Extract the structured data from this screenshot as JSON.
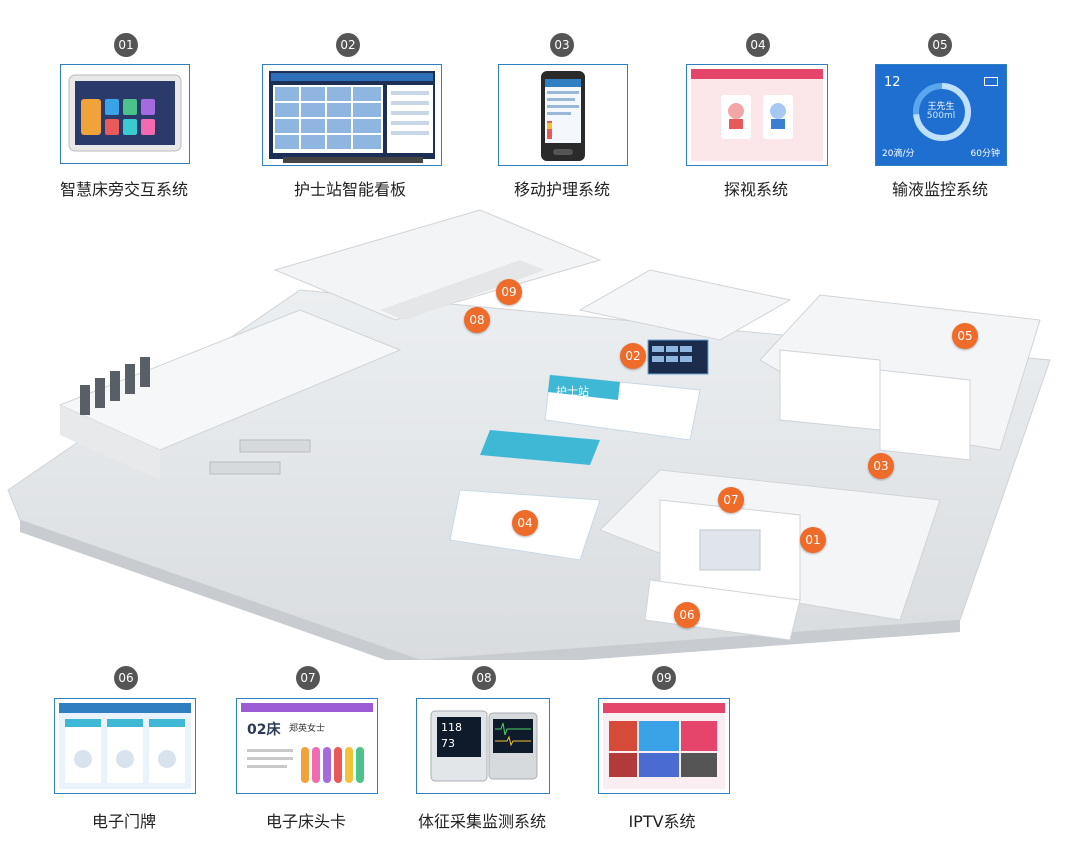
{
  "systems": [
    {
      "num": "01",
      "label": "智慧床旁交互系统"
    },
    {
      "num": "02",
      "label": "护士站智能看板"
    },
    {
      "num": "03",
      "label": "移动护理系统"
    },
    {
      "num": "04",
      "label": "探视系统"
    },
    {
      "num": "05",
      "label": "输液监控系统"
    },
    {
      "num": "06",
      "label": "电子门牌"
    },
    {
      "num": "07",
      "label": "电子床头卡"
    },
    {
      "num": "08",
      "label": "体征采集监测系统"
    },
    {
      "num": "09",
      "label": "IPTV系统"
    }
  ],
  "scene_markers": [
    "01",
    "02",
    "03",
    "04",
    "05",
    "06",
    "07",
    "08",
    "09"
  ],
  "screens": {
    "nurse_station_sign": "护士站",
    "infusion": {
      "count": "12",
      "name": "王先生",
      "volume": "500ml",
      "rate": "20滴/分",
      "time": "60分钟"
    },
    "bedcard": {
      "bed": "02床",
      "name": "郑英女士"
    },
    "monitor": {
      "v1": "118",
      "v2": "73"
    }
  },
  "colors": {
    "accent": "#ef6b2a",
    "frame": "#2f7fc1",
    "number_badge": "#555555",
    "infusion_bg": "#1f6fd1"
  }
}
